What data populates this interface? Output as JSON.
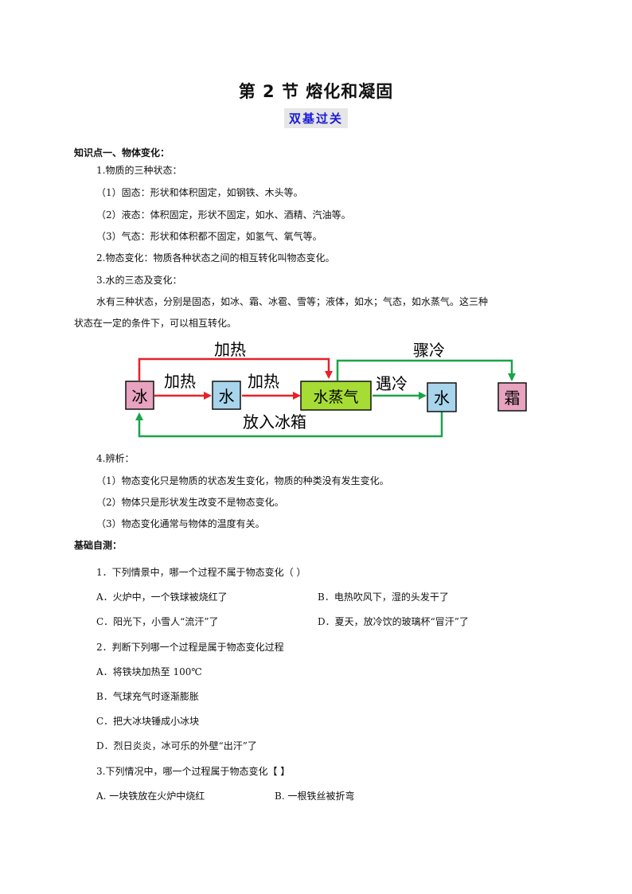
{
  "header": {
    "title": "第 2 节   熔化和凝固",
    "subtitle": "双基过关"
  },
  "knowledge": {
    "heading": "知识点一、物体变化：",
    "l1": "1.物质的三种状态：",
    "l2": "（1）固态：形状和体积固定，如钢铁、木头等。",
    "l3": "（2）液态：体积固定，形状不固定，如水、酒精、汽油等。",
    "l4": "（3）气态：形状和体积都不固定，如氢气、氧气等。",
    "l5": "2.物态变化：物质各种状态之间的相互转化叫物态变化。",
    "l6": "3.水的三态及变化：",
    "l7": "水有三种状态，分别是固态，如冰、霜、冰雹、雪等；液体，如水；气态，如水蒸气。这三种",
    "l8": "状态在一定的条件下，可以相互转化。"
  },
  "diagram": {
    "ice": "冰",
    "water1": "水",
    "vapor": "水蒸气",
    "water2": "水",
    "frost": "霜",
    "heat_top": "加热",
    "heat1": "加热",
    "heat2": "加热",
    "meet_cold": "遇冷",
    "sudden_cold": "骤冷",
    "fridge": "放入冰箱",
    "colors": {
      "red": "#e8202a",
      "green": "#1aa34a",
      "pink": "#e7a3bf",
      "blue": "#a8d4ec",
      "lime": "#a6dc34"
    }
  },
  "analysis": {
    "l1": "4.辨析：",
    "l2": "（1）物态变化只是物质的状态发生变化，物质的种类没有发生变化。",
    "l3": "（2）物体只是形状发生改变不是物态变化。",
    "l4": "（3）物态变化通常与物体的温度有关。"
  },
  "selftest": {
    "heading": "基础自测：",
    "q1": "1．下列情景中，哪一个过程不属于物态变化（      ）",
    "q1a": "A．火炉中，一个铁球被烧红了",
    "q1b": "B．电热吹风下，湿的头发干了",
    "q1c": "C．阳光下，小雪人“流汗”了",
    "q1d": "D．夏天，放冷饮的玻璃杯“冒汗”了",
    "q2": "2．判断下列哪一个过程是属于物态变化过程",
    "q2a": "A．将铁块加热至 100℃",
    "q2b": "B．气球充气时逐渐膨胀",
    "q2c": "C．把大冰块锤成小冰块",
    "q2d": "D．烈日炎炎，冰可乐的外壁“出汗”了",
    "q3": "3.下列情况中，哪一个过程属于物态变化【      】",
    "q3a": "A.   一块铁放在火炉中烧红",
    "q3b": "B.   一根铁丝被折弯"
  }
}
